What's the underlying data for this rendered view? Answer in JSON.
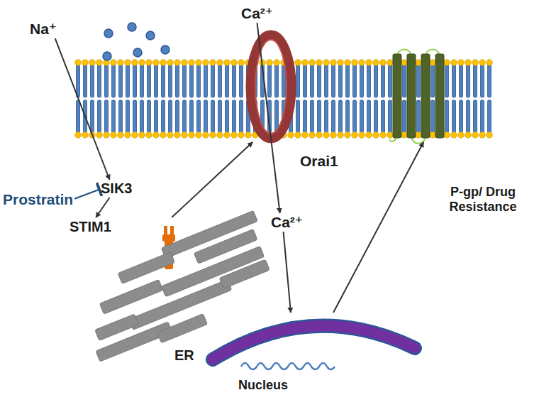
{
  "diagram": {
    "nodes": [
      {
        "text": [
          "Na⁺"
        ]
      },
      {
        "text": [
          "Ca²⁺"
        ]
      },
      {
        "text": [
          "Orai1"
        ]
      },
      {
        "text": [
          "P-gp/ Drug Resistance"
        ]
      },
      {
        "text": [
          "Prostratin"
        ]
      },
      {
        "text": [
          "SIK3"
        ]
      },
      {
        "text": [
          "STIM1"
        ]
      },
      {
        "text": [
          "Ca²⁺"
        ]
      },
      {
        "text": [
          "ER"
        ]
      },
      {
        "text": [
          "Nucleus"
        ]
      }
    ],
    "edges": [
      {
        "from": 0,
        "to": 5,
        "arrow": "to"
      },
      {
        "from": 4,
        "to": 5,
        "arrow": "to"
      },
      {
        "from": 5,
        "to": 6,
        "arrow": "to"
      },
      {
        "from": 6,
        "to": 2,
        "arrow": "to"
      },
      {
        "from": 1,
        "to": 7,
        "arrow": "to"
      },
      {
        "from": 7,
        "to": 9,
        "arrow": "to"
      },
      {
        "from": 9,
        "to": 3,
        "arrow": "to"
      }
    ]
  }
}
